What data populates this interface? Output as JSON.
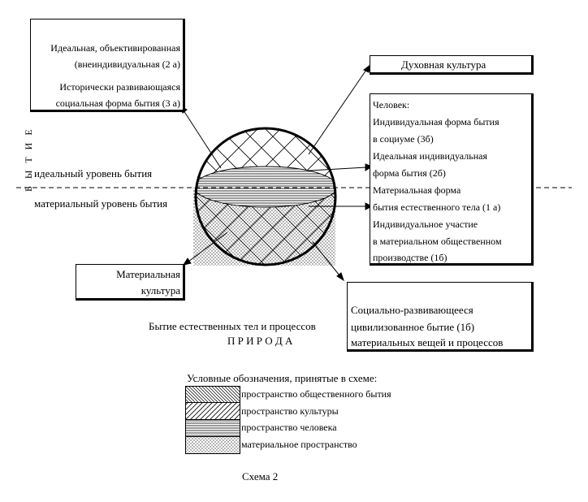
{
  "left_box": {
    "lines": [
      "Идеальная, объективированная",
      "(внеиндивидуальная (2 а)",
      "Исторически развивающаяся",
      "социальная форма бытия (3 а)"
    ]
  },
  "spiritual_culture": "Духовная культура",
  "person_box": {
    "lines": [
      "Человек:",
      "Индивидуальная форма бытия",
      "в социуме (3б)",
      "Идеальная индивидуальная",
      "форма бытия (2б)",
      "Материальная форма",
      "бытия естественного тела (1 а)",
      "Индивидуальное участие",
      "в материальном общественном",
      "производстве (1б)"
    ]
  },
  "being_vertical": "Б Ы Т И Е",
  "ideal_level": "идеальный уровень бытия",
  "material_level": "материальный уровень бытия",
  "material_culture": [
    "Материальная",
    "культура"
  ],
  "natural_being": "Бытие естественных тел и процессов",
  "nature": "П Р И Р О Д А",
  "social_box": {
    "lines": [
      "Социально-развивающееся",
      "цивилизованное бытие (1б)",
      "материальных вещей и процессов"
    ]
  },
  "legend": {
    "title": "Условные обозначения, принятые в схеме:",
    "items": [
      {
        "label": "пространство общественного бытия",
        "pattern": "diagonal-dense"
      },
      {
        "label": "пространство культуры",
        "pattern": "diagonal"
      },
      {
        "label": "пространство человека",
        "pattern": "horizontal"
      },
      {
        "label": "материальное пространство",
        "pattern": "dots"
      }
    ]
  },
  "caption": "Схема 2",
  "colors": {
    "ink": "#000000",
    "paper": "#ffffff"
  }
}
